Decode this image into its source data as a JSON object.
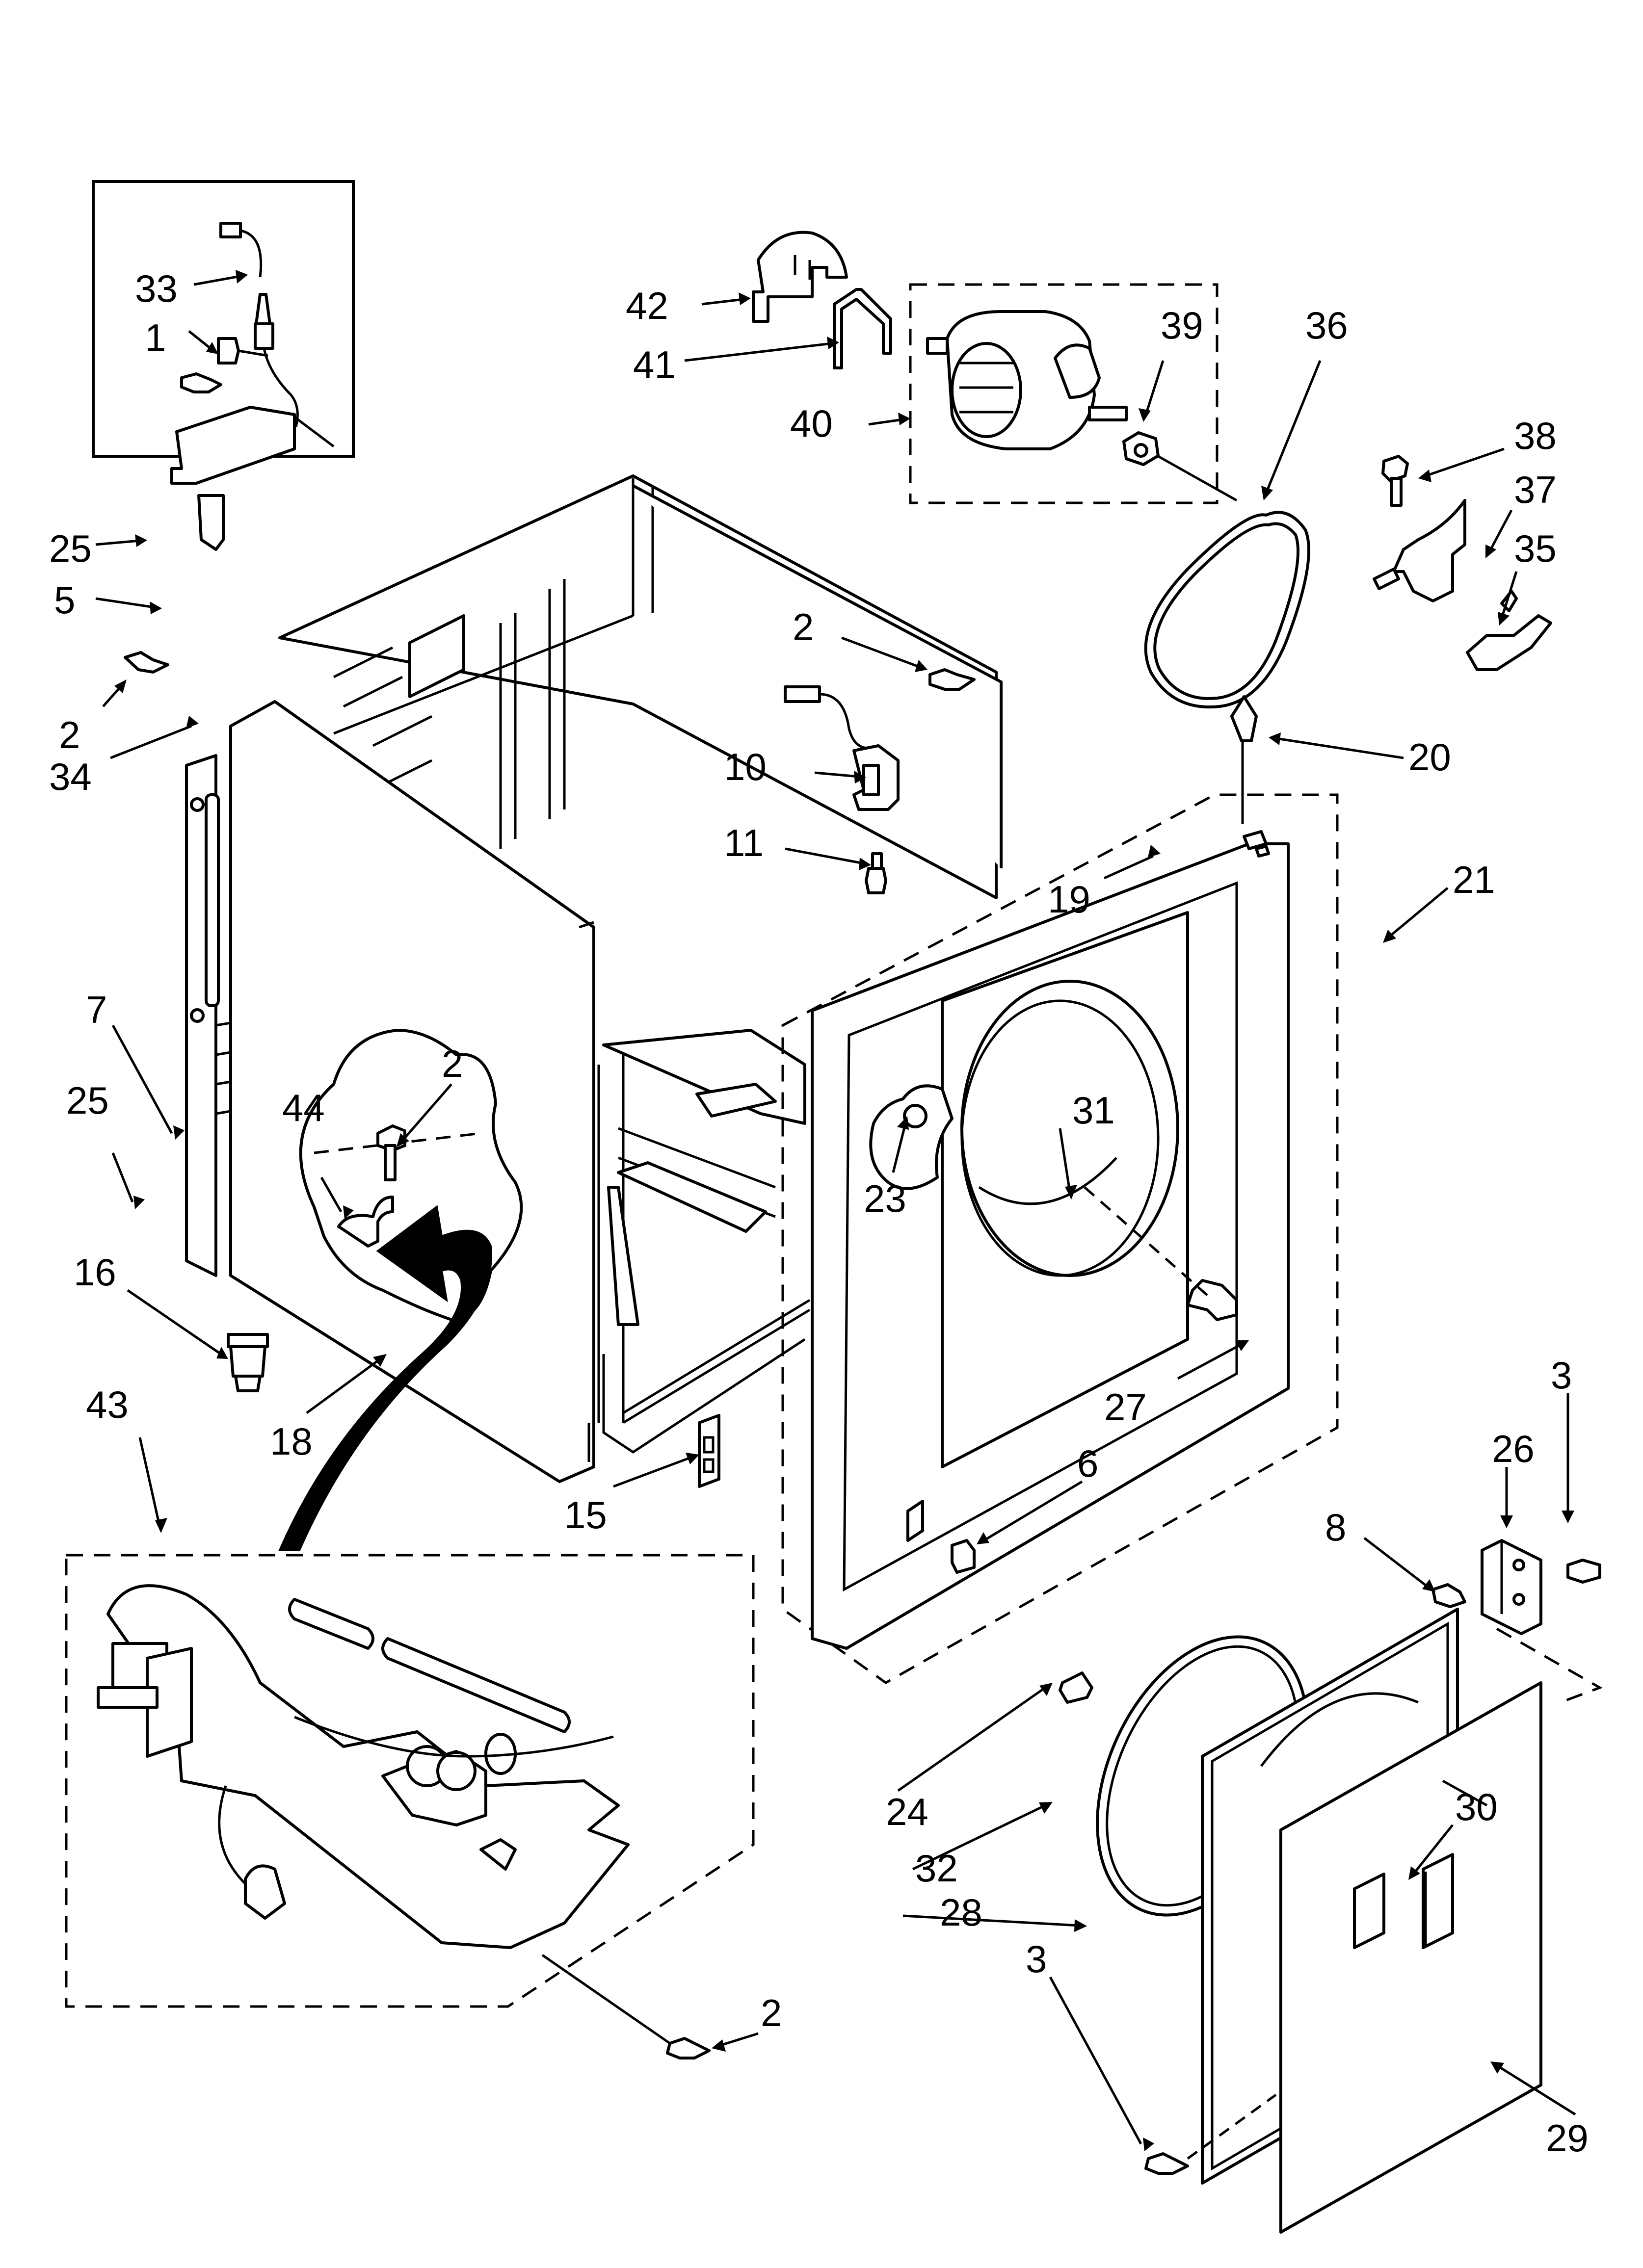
{
  "diagram": {
    "type": "exploded-parts-diagram",
    "callouts": [
      {
        "id": "33",
        "label": "33"
      },
      {
        "id": "1",
        "label": "1"
      },
      {
        "id": "42",
        "label": "42"
      },
      {
        "id": "41",
        "label": "41"
      },
      {
        "id": "40",
        "label": "40"
      },
      {
        "id": "39",
        "label": "39"
      },
      {
        "id": "36",
        "label": "36"
      },
      {
        "id": "38",
        "label": "38"
      },
      {
        "id": "37",
        "label": "37"
      },
      {
        "id": "35",
        "label": "35"
      },
      {
        "id": "25a",
        "label": "25"
      },
      {
        "id": "5",
        "label": "5"
      },
      {
        "id": "2a",
        "label": "2"
      },
      {
        "id": "34",
        "label": "34"
      },
      {
        "id": "2b",
        "label": "2"
      },
      {
        "id": "10",
        "label": "10"
      },
      {
        "id": "11",
        "label": "11"
      },
      {
        "id": "20",
        "label": "20"
      },
      {
        "id": "19",
        "label": "19"
      },
      {
        "id": "21",
        "label": "21"
      },
      {
        "id": "7",
        "label": "7"
      },
      {
        "id": "25b",
        "label": "25"
      },
      {
        "id": "2c",
        "label": "2"
      },
      {
        "id": "44",
        "label": "44"
      },
      {
        "id": "31",
        "label": "31"
      },
      {
        "id": "23",
        "label": "23"
      },
      {
        "id": "16",
        "label": "16"
      },
      {
        "id": "18",
        "label": "18"
      },
      {
        "id": "27",
        "label": "27"
      },
      {
        "id": "43",
        "label": "43"
      },
      {
        "id": "15",
        "label": "15"
      },
      {
        "id": "6",
        "label": "6"
      },
      {
        "id": "3a",
        "label": "3"
      },
      {
        "id": "26",
        "label": "26"
      },
      {
        "id": "8",
        "label": "8"
      },
      {
        "id": "30",
        "label": "30"
      },
      {
        "id": "24",
        "label": "24"
      },
      {
        "id": "32",
        "label": "32"
      },
      {
        "id": "28",
        "label": "28"
      },
      {
        "id": "2d",
        "label": "2"
      },
      {
        "id": "3b",
        "label": "3"
      },
      {
        "id": "29",
        "label": "29"
      }
    ]
  }
}
